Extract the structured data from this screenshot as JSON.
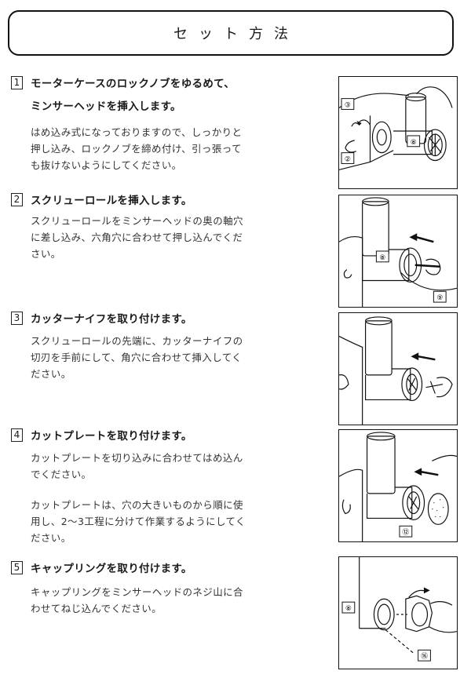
{
  "title": "セット方法",
  "steps": [
    {
      "number": "1",
      "title": "モーターケースのロックノブをゆるめて、",
      "subtitle": "ミンサーヘッドを挿入します。",
      "paragraphs": [
        "はめ込み式になっておりますので、しっかりと押し込み、ロックノブを締め付け、引っ張っても抜けないようにしてください。"
      ],
      "callouts": [
        "③",
        "②",
        "⑧"
      ]
    },
    {
      "number": "2",
      "title": "スクリューロールを挿入します。",
      "paragraphs": [
        "スクリューロールをミンサーヘッドの奥の軸穴に差し込み、六角穴に合わせて押し込んでください。"
      ],
      "callouts": [
        "⑧",
        "⑨"
      ]
    },
    {
      "number": "3",
      "title": "カッターナイフを取り付けます。",
      "paragraphs": [
        "スクリューロールの先端に、カッターナイフの切刃を手前にして、角穴に合わせて挿入してください。"
      ],
      "callouts": []
    },
    {
      "number": "4",
      "title": "カットプレートを取り付けます。",
      "paragraphs": [
        "カットプレートを切り込みに合わせてはめ込んでください。",
        "カットプレートは、穴の大きいものから順に使用し、2～3工程に分けて作業するようにしてください。"
      ],
      "callouts": [
        "⑫"
      ]
    },
    {
      "number": "5",
      "title": "キャップリングを取り付けます。",
      "paragraphs": [
        "キャップリングをミンサーヘッドのネジ山に合わせてねじ込んでください。"
      ],
      "callouts": [
        "⑧",
        "⑯"
      ]
    }
  ]
}
